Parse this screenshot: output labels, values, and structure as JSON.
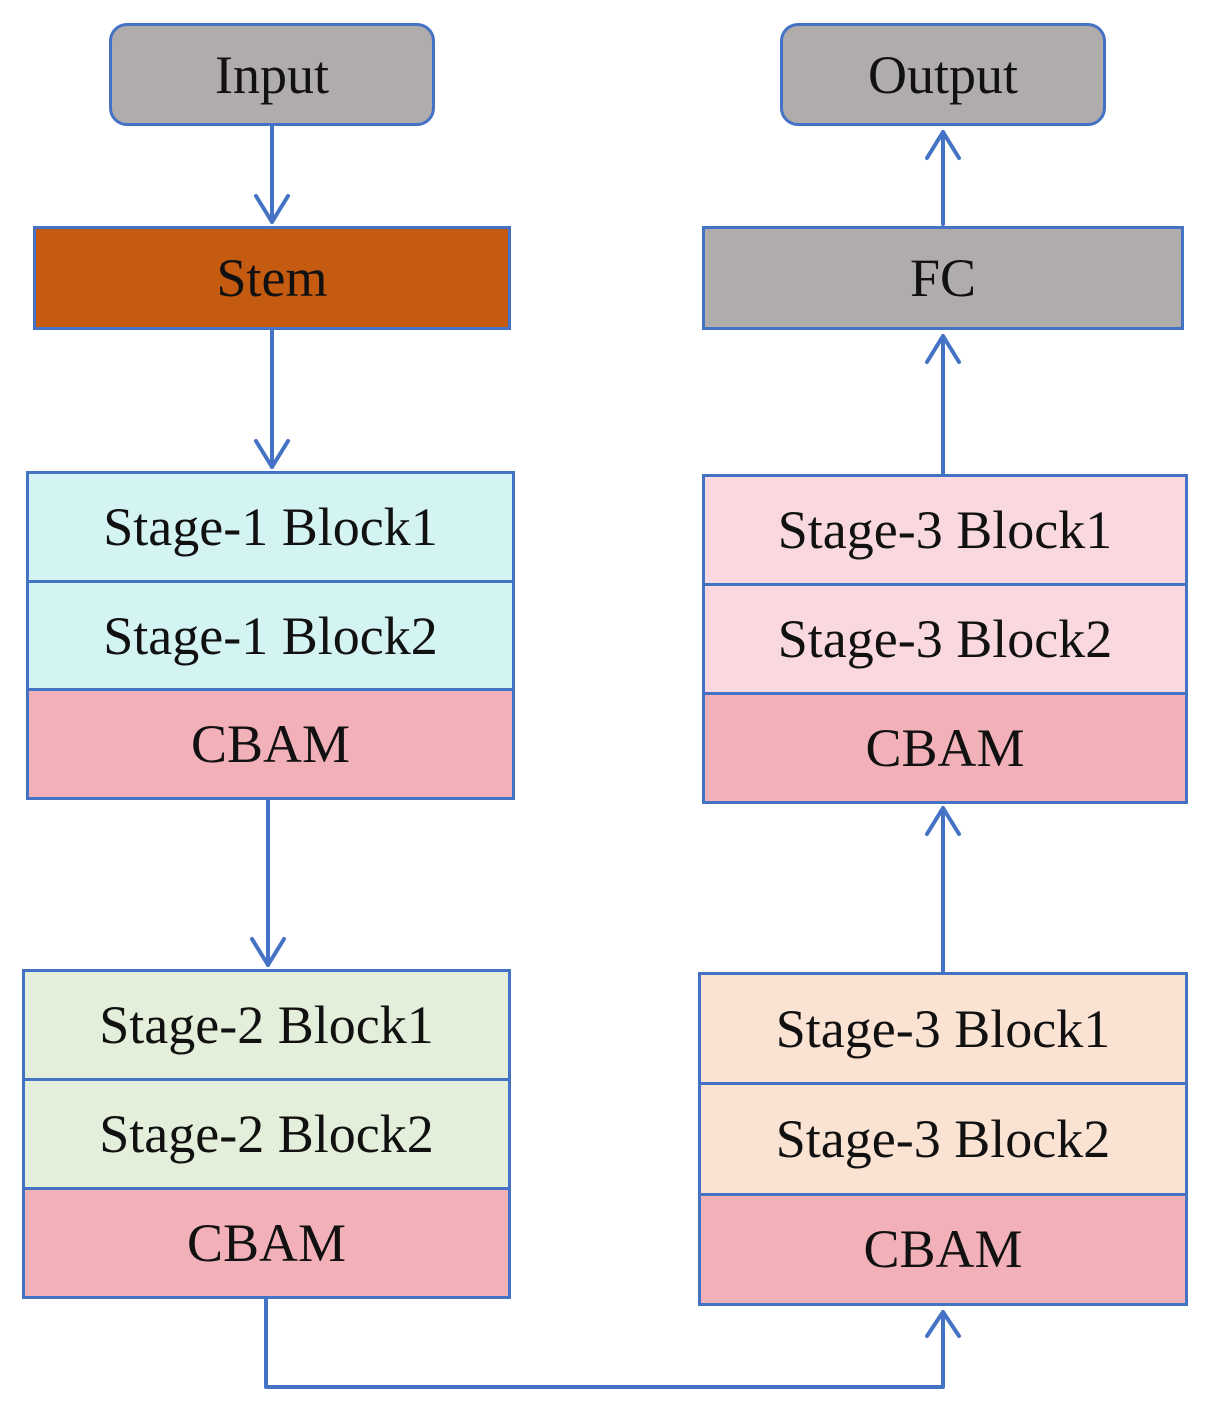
{
  "colors": {
    "line": "#4472c4",
    "gray": "#b0acab",
    "stem": "#c55a11",
    "stage1": "#d4f3f3",
    "stage2": "#e3efda",
    "stage3a": "#f9d9df",
    "stage3b": "#fbe3d4",
    "cbam": "#f2b0b8"
  },
  "nodes": {
    "input": "Input",
    "output": "Output",
    "stem": "Stem",
    "fc": "FC"
  },
  "stages": {
    "stage1": {
      "block1": "Stage-1 Block1",
      "block2": "Stage-1 Block2",
      "cbam": "CBAM"
    },
    "stage2": {
      "block1": "Stage-2 Block1",
      "block2": "Stage-2 Block2",
      "cbam": "CBAM"
    },
    "stage3_lower": {
      "block1": "Stage-3 Block1",
      "block2": "Stage-3 Block2",
      "cbam": "CBAM"
    },
    "stage3_upper": {
      "block1": "Stage-3 Block1",
      "block2": "Stage-3 Block2",
      "cbam": "CBAM"
    }
  }
}
